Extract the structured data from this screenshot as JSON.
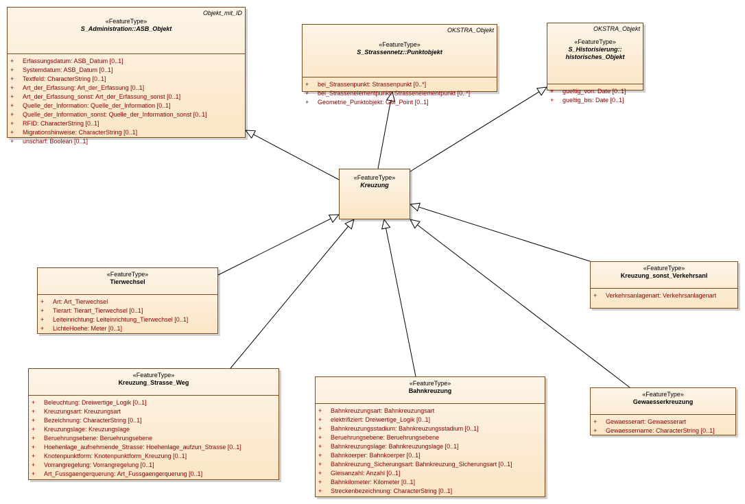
{
  "classes": {
    "asb_objekt": {
      "tag": "Objekt_mit_ID",
      "stereotype": "«FeatureType»",
      "name": "S_Administration::ASB_Objekt",
      "attributes": [
        "Erfassungsdatum: ASB_Datum [0..1]",
        "Systemdatum: ASB_Datum [0..1]",
        "Textfeld: CharacterString [0..1]",
        "Art_der_Erfassung: Art_der_Erfassung [0..1]",
        "Art_der_Erfassung_sonst: Art_der_Erfassung_sonst [0..1]",
        "Quelle_der_Information: Quelle_der_Information [0..1]",
        "Quelle_der_Information_sonst: Quelle_der_Information_sonst [0..1]",
        "RFID: CharacterString [0..1]",
        "Migrationshinweise: CharacterString [0..1]",
        "unscharf: Boolean [0..1]"
      ]
    },
    "punktobjekt": {
      "tag": "OKSTRA_Objekt",
      "stereotype": "«FeatureType»",
      "name": "S_Strassennetz::Punktobjekt",
      "attributes": [
        "bei_Strassenpunkt: Strassenpunkt [0..*]",
        "bei_Strassenelementpunkt: Strassenelementpunkt [0..*]",
        "Geometrie_Punktobjekt: GM_Point [0..1]"
      ]
    },
    "historisches_objekt": {
      "tag": "OKSTRA_Objekt",
      "stereotype": "«FeatureType»",
      "name_line1": "S_Historisierung::",
      "name_line2": "historisches_Objekt",
      "attributes": [
        "gueltig_von: Date [0..1]",
        "gueltig_bis: Date [0..1]"
      ]
    },
    "kreuzung": {
      "stereotype": "«FeatureType»",
      "name": "Kreuzung"
    },
    "tierwechsel": {
      "stereotype": "«FeatureType»",
      "name": "Tierwechsel",
      "attributes": [
        "Art: Art_Tierwechsel",
        "Tierart: Tierart_Tierwechsel [0..1]",
        "Leiteinrichtung: Leiteinrichtung_Tierwechsel [0..1]",
        "LichteHoehe: Meter [0..1]"
      ]
    },
    "kreuzung_sonst": {
      "stereotype": "«FeatureType»",
      "name": "Kreuzung_sonst_Verkehrsanl",
      "attributes": [
        "Verkehrsanlagenart: Verkehrsanlagenart"
      ]
    },
    "kreuzung_strasse_weg": {
      "stereotype": "«FeatureType»",
      "name": "Kreuzung_Strasse_Weg",
      "attributes": [
        "Beleuchtung: Dreiwertige_Logik [0..1]",
        "Kreuzungsart: Kreuzungsart",
        "Bezeichnung: CharacterString [0..1]",
        "Kreuzungslage: Kreuzungslage",
        "Beruehrungsebene: Beruehrungsebene",
        "Hoehenlage_aufnehmende_Strasse: Hoehenlage_aufzun_Strasse [0..1]",
        "Knotenpunktform: Knotenpunktform_Kreuzung [0..1]",
        "Vorrangregelung: Vorrangregelung [0..1]",
        "Art_Fussgaengerquerung: Art_Fussgaengerquerung [0..1]"
      ]
    },
    "bahnkreuzung": {
      "stereotype": "«FeatureType»",
      "name": "Bahnkreuzung",
      "attributes": [
        "Bahnkreuzungsart: Bahnkreuzungsart",
        "elektrifiziert: Dreiwertige_Logik [0..1]",
        "Bahnkreuzungsstadium: Bahnkreuzungsstadium [0..1]",
        "Beruehrungsebene: Beruehrungsebene",
        "Bahnkreuzungslage: Bahnkreuzungslage [0..1]",
        "Bahnkoerper: Bahnkoerper [0..1]",
        "Bahnkreuzung_Sicherungsart: Bahnkreuzung_Sicherungsart [0..1]",
        "Gleisanzahl: Anzahl [0..1]",
        "Bahnkilometer: Kilometer [0..1]",
        "Streckenbezeichnung: CharacterString [0..1]"
      ]
    },
    "gewaesserkreuzung": {
      "stereotype": "«FeatureType»",
      "name": "Gewaesserkreuzung",
      "attributes": [
        "Gewaesserart: Gewaesserart",
        "Gewaessername: CharacterString [0..1]"
      ]
    }
  },
  "visibility_symbol": "+",
  "colors": {
    "fill_top": "#fdf4e7",
    "fill_bottom": "#fbe6c6",
    "border": "#7a4a1a",
    "attribute_text": "#8b0000",
    "edge": "#000000"
  }
}
